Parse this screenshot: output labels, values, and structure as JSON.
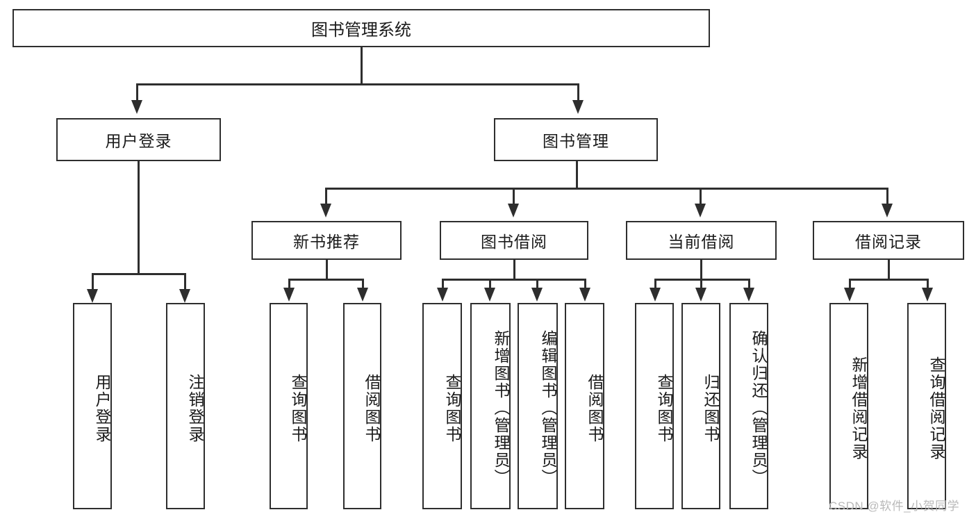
{
  "diagram": {
    "title": "图书管理系统",
    "type": "tree-hierarchy-diagram",
    "root": {
      "label": "图书管理系统"
    },
    "level2": [
      {
        "label": "用户登录"
      },
      {
        "label": "图书管理"
      }
    ],
    "level3": [
      {
        "label": "新书推荐"
      },
      {
        "label": "图书借阅"
      },
      {
        "label": "当前借阅"
      },
      {
        "label": "借阅记录"
      }
    ],
    "leaves": {
      "user_login": [
        {
          "label": "用户登录"
        },
        {
          "label": "注销登录"
        }
      ],
      "new_book_recommend": [
        {
          "label": "查询图书"
        },
        {
          "label": "借阅图书"
        }
      ],
      "book_borrow": [
        {
          "label": "查询图书"
        },
        {
          "label": "新增图书（管理员）"
        },
        {
          "label": "编辑图书（管理员）"
        },
        {
          "label": "借阅图书"
        }
      ],
      "current_borrow": [
        {
          "label": "查询图书"
        },
        {
          "label": "归还图书"
        },
        {
          "label": "确认归还（管理员）"
        }
      ],
      "borrow_record": [
        {
          "label": "新增借阅记录"
        },
        {
          "label": "查询借阅记录"
        }
      ]
    }
  },
  "watermark": {
    "text": "CSDN @软件_小贺同学"
  },
  "colors": {
    "stroke": "#2e2e2e",
    "background": "#ffffff",
    "text": "#1a1a1a",
    "watermark": "#b9b9b9"
  }
}
